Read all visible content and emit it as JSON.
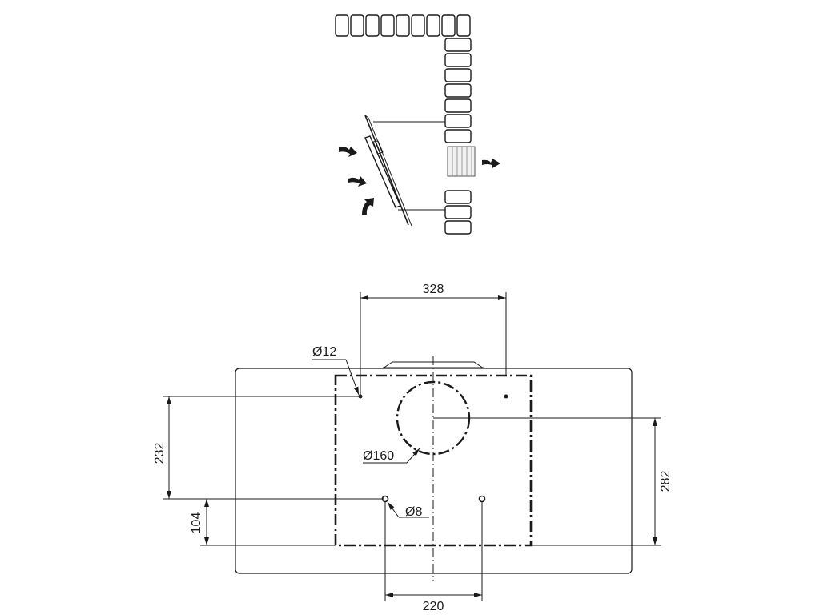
{
  "dimensions": {
    "width_holes": "328",
    "hole_diameter_top": "Ø12",
    "height_left": "232",
    "duct_diameter": "Ø160",
    "height_right": "282",
    "bottom_offset": "104",
    "hole_diameter_bottom": "Ø8",
    "width_bottom_holes": "220"
  },
  "colors": {
    "line": "#1a1a1a",
    "background": "#ffffff"
  }
}
